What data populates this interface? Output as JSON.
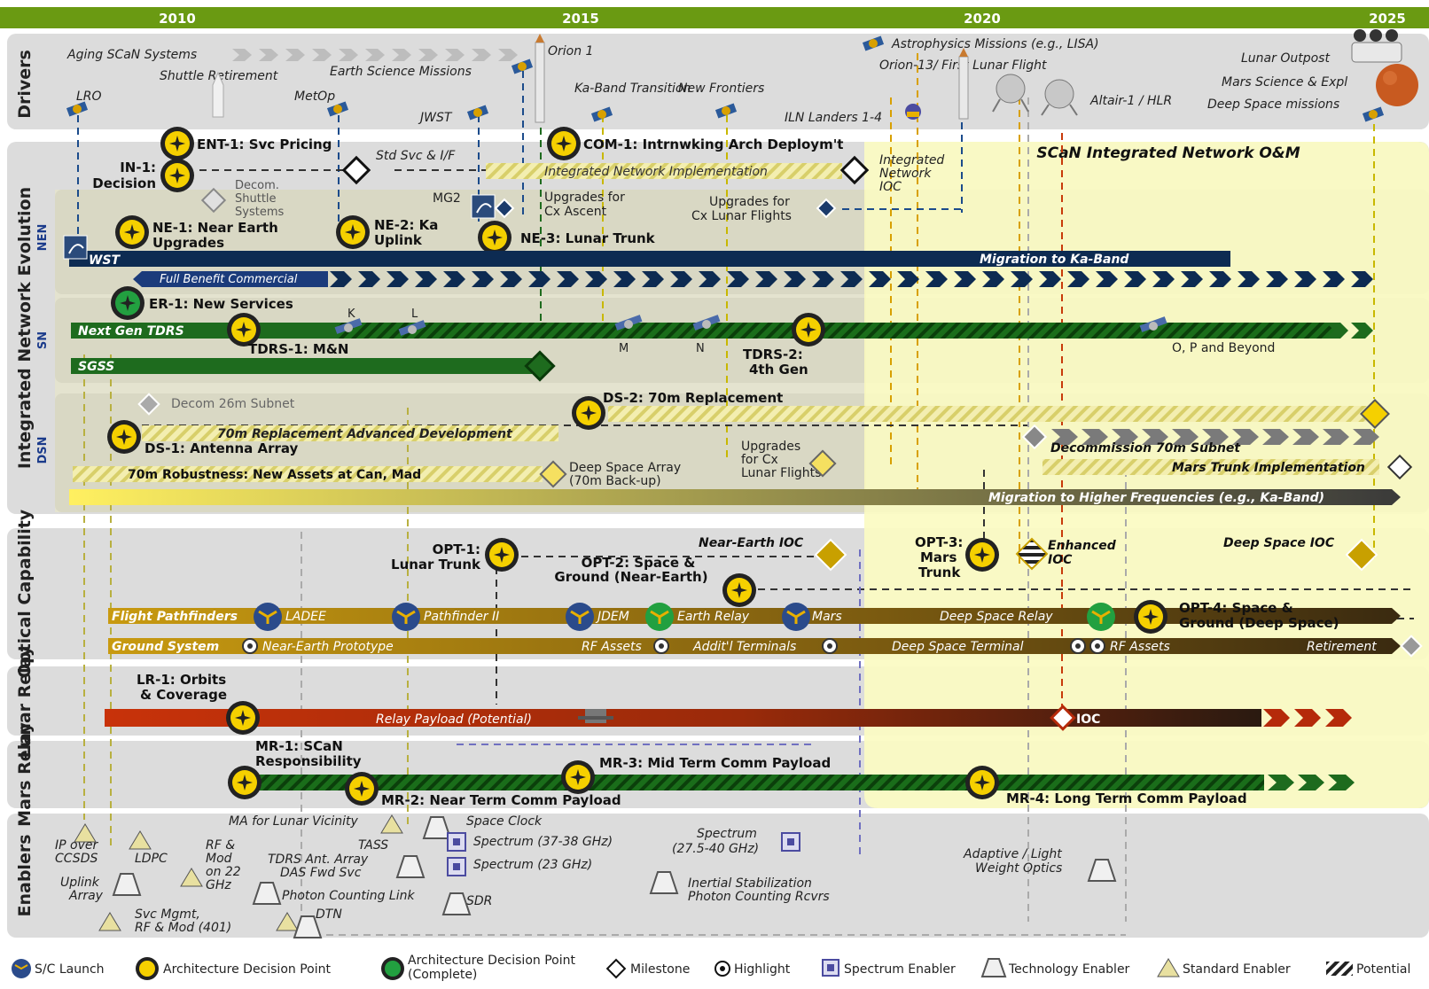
{
  "years": [
    "2010",
    "2015",
    "2020",
    "2025"
  ],
  "bands": {
    "drivers": "Drivers",
    "evolution": "Integrated Network Evolution",
    "nen": "NEN",
    "sn": "SN",
    "dsn": "DSN",
    "optical": "Optical Capability",
    "lunar": "Lunar Relay",
    "mars": "Mars Relay",
    "enablers": "Enablers"
  },
  "drivers": [
    "Aging SCaN Systems",
    "Shuttle Retirement",
    "LRO",
    "MetOp",
    "Earth Science Missions",
    "JWST",
    "Orion 1",
    "Ka-Band Transition",
    "New Frontiers",
    "ILN Landers 1-4",
    "Astrophysics Missions (e.g., LISA)",
    "Orion-13/ First Lunar Flight",
    "Altair-1 / HLR",
    "Lunar Outpost",
    "Mars Science & Expl",
    "Deep Space missions"
  ],
  "evolution": {
    "yellow_region": "SCaN Integrated Network O&M",
    "nodes": [
      "ENT-1: Svc Pricing",
      "IN-1: Decision",
      "Decom. Shuttle Systems",
      "Std Svc & I/F",
      "COM-1: Intrnwking Arch Deploym't",
      "Integrated Network Implementation",
      "Integrated Network IOC",
      "MG2",
      "Upgrades for Cx Ascent",
      "Upgrades for Cx Lunar Flights",
      "NE-1: Near Earth Upgrades",
      "NE-2: Ka Uplink",
      "NE-3: Lunar Trunk"
    ],
    "nen_bars": [
      "WST",
      "Migration to Ka-Band",
      "Full Benefit Commercial"
    ],
    "sn": [
      "ER-1: New Services",
      "Next Gen TDRS",
      "TDRS-1: M&N",
      "K",
      "L",
      "M",
      "N",
      "TDRS-2: 4th Gen",
      "O, P and Beyond",
      "SGSS"
    ],
    "dsn": [
      "Decom 26m Subnet",
      "DS-2: 70m Replacement",
      "70m Replacement Advanced Development",
      "DS-1: Antenna Array",
      "Decommission 70m Subnet",
      "Deep Space Array (70m Back-up)",
      "Upgrades for Cx Lunar Flights",
      "Mars Trunk Implementation",
      "70m Robustness:  New Assets at Can, Mad",
      "Migration to Higher Frequencies (e.g., Ka-Band)"
    ]
  },
  "optical": [
    "OPT-1: Lunar Trunk",
    "Near-Earth IOC",
    "OPT-2: Space & Ground (Near-Earth)",
    "OPT-3: Mars Trunk",
    "Enhanced IOC",
    "Deep Space IOC",
    "Flight Pathfinders",
    "LADEE",
    "Pathfinder II",
    "JDEM",
    "Earth Relay",
    "Mars",
    "Deep Space Relay",
    "OPT-4: Space & Ground (Deep Space)",
    "Ground System",
    "Near-Earth Prototype",
    "RF Assets",
    "Addit'l Terminals",
    "Deep Space Terminal",
    "RF Assets",
    "Retirement"
  ],
  "lunar": [
    "LR-1: Orbits & Coverage",
    "Relay Payload (Potential)",
    "IOC"
  ],
  "mars": [
    "MR-1: SCaN Responsibility",
    "MR-2: Near Term Comm Payload",
    "MR-3: Mid Term Comm Payload",
    "MR-4: Long Term Comm Payload"
  ],
  "enablers": [
    "MA for Lunar Vicinity",
    "Space Clock",
    "IP over CCSDS",
    "LDPC",
    "RF & Mod on 22 GHz",
    "TASS",
    "TDRS Ant. Array",
    "DAS Fwd Svc",
    "Spectrum (37-38 GHz)",
    "Spectrum (23 GHz)",
    "Spectrum (27.5-40 GHz)",
    "Uplink Array",
    "Photon Counting Link",
    "SDR",
    "Svc Mgmt, RF & Mod (401)",
    "DTN",
    "Inertial Stabilization",
    "Photon Counting Rcvrs",
    "Adaptive / Light Weight Optics"
  ],
  "legend": [
    "S/C Launch",
    "Architecture Decision Point",
    "Architecture Decision Point (Complete)",
    "Milestone",
    "Highlight",
    "Spectrum Enabler",
    "Technology Enabler",
    "Standard Enabler",
    "Potential"
  ],
  "colors": {
    "year_bar": "#6a9a12",
    "band": "#dcdcdc",
    "yellow_region": "#fbfbc2",
    "nen_bar": "#0d2b52",
    "sn_bar": "#1e6b1e",
    "dsn_gray": "#7a7a7a",
    "optical_gold": "#b58a00",
    "relay_red": "#b52a0a",
    "decision_gold": "#f5d000"
  }
}
